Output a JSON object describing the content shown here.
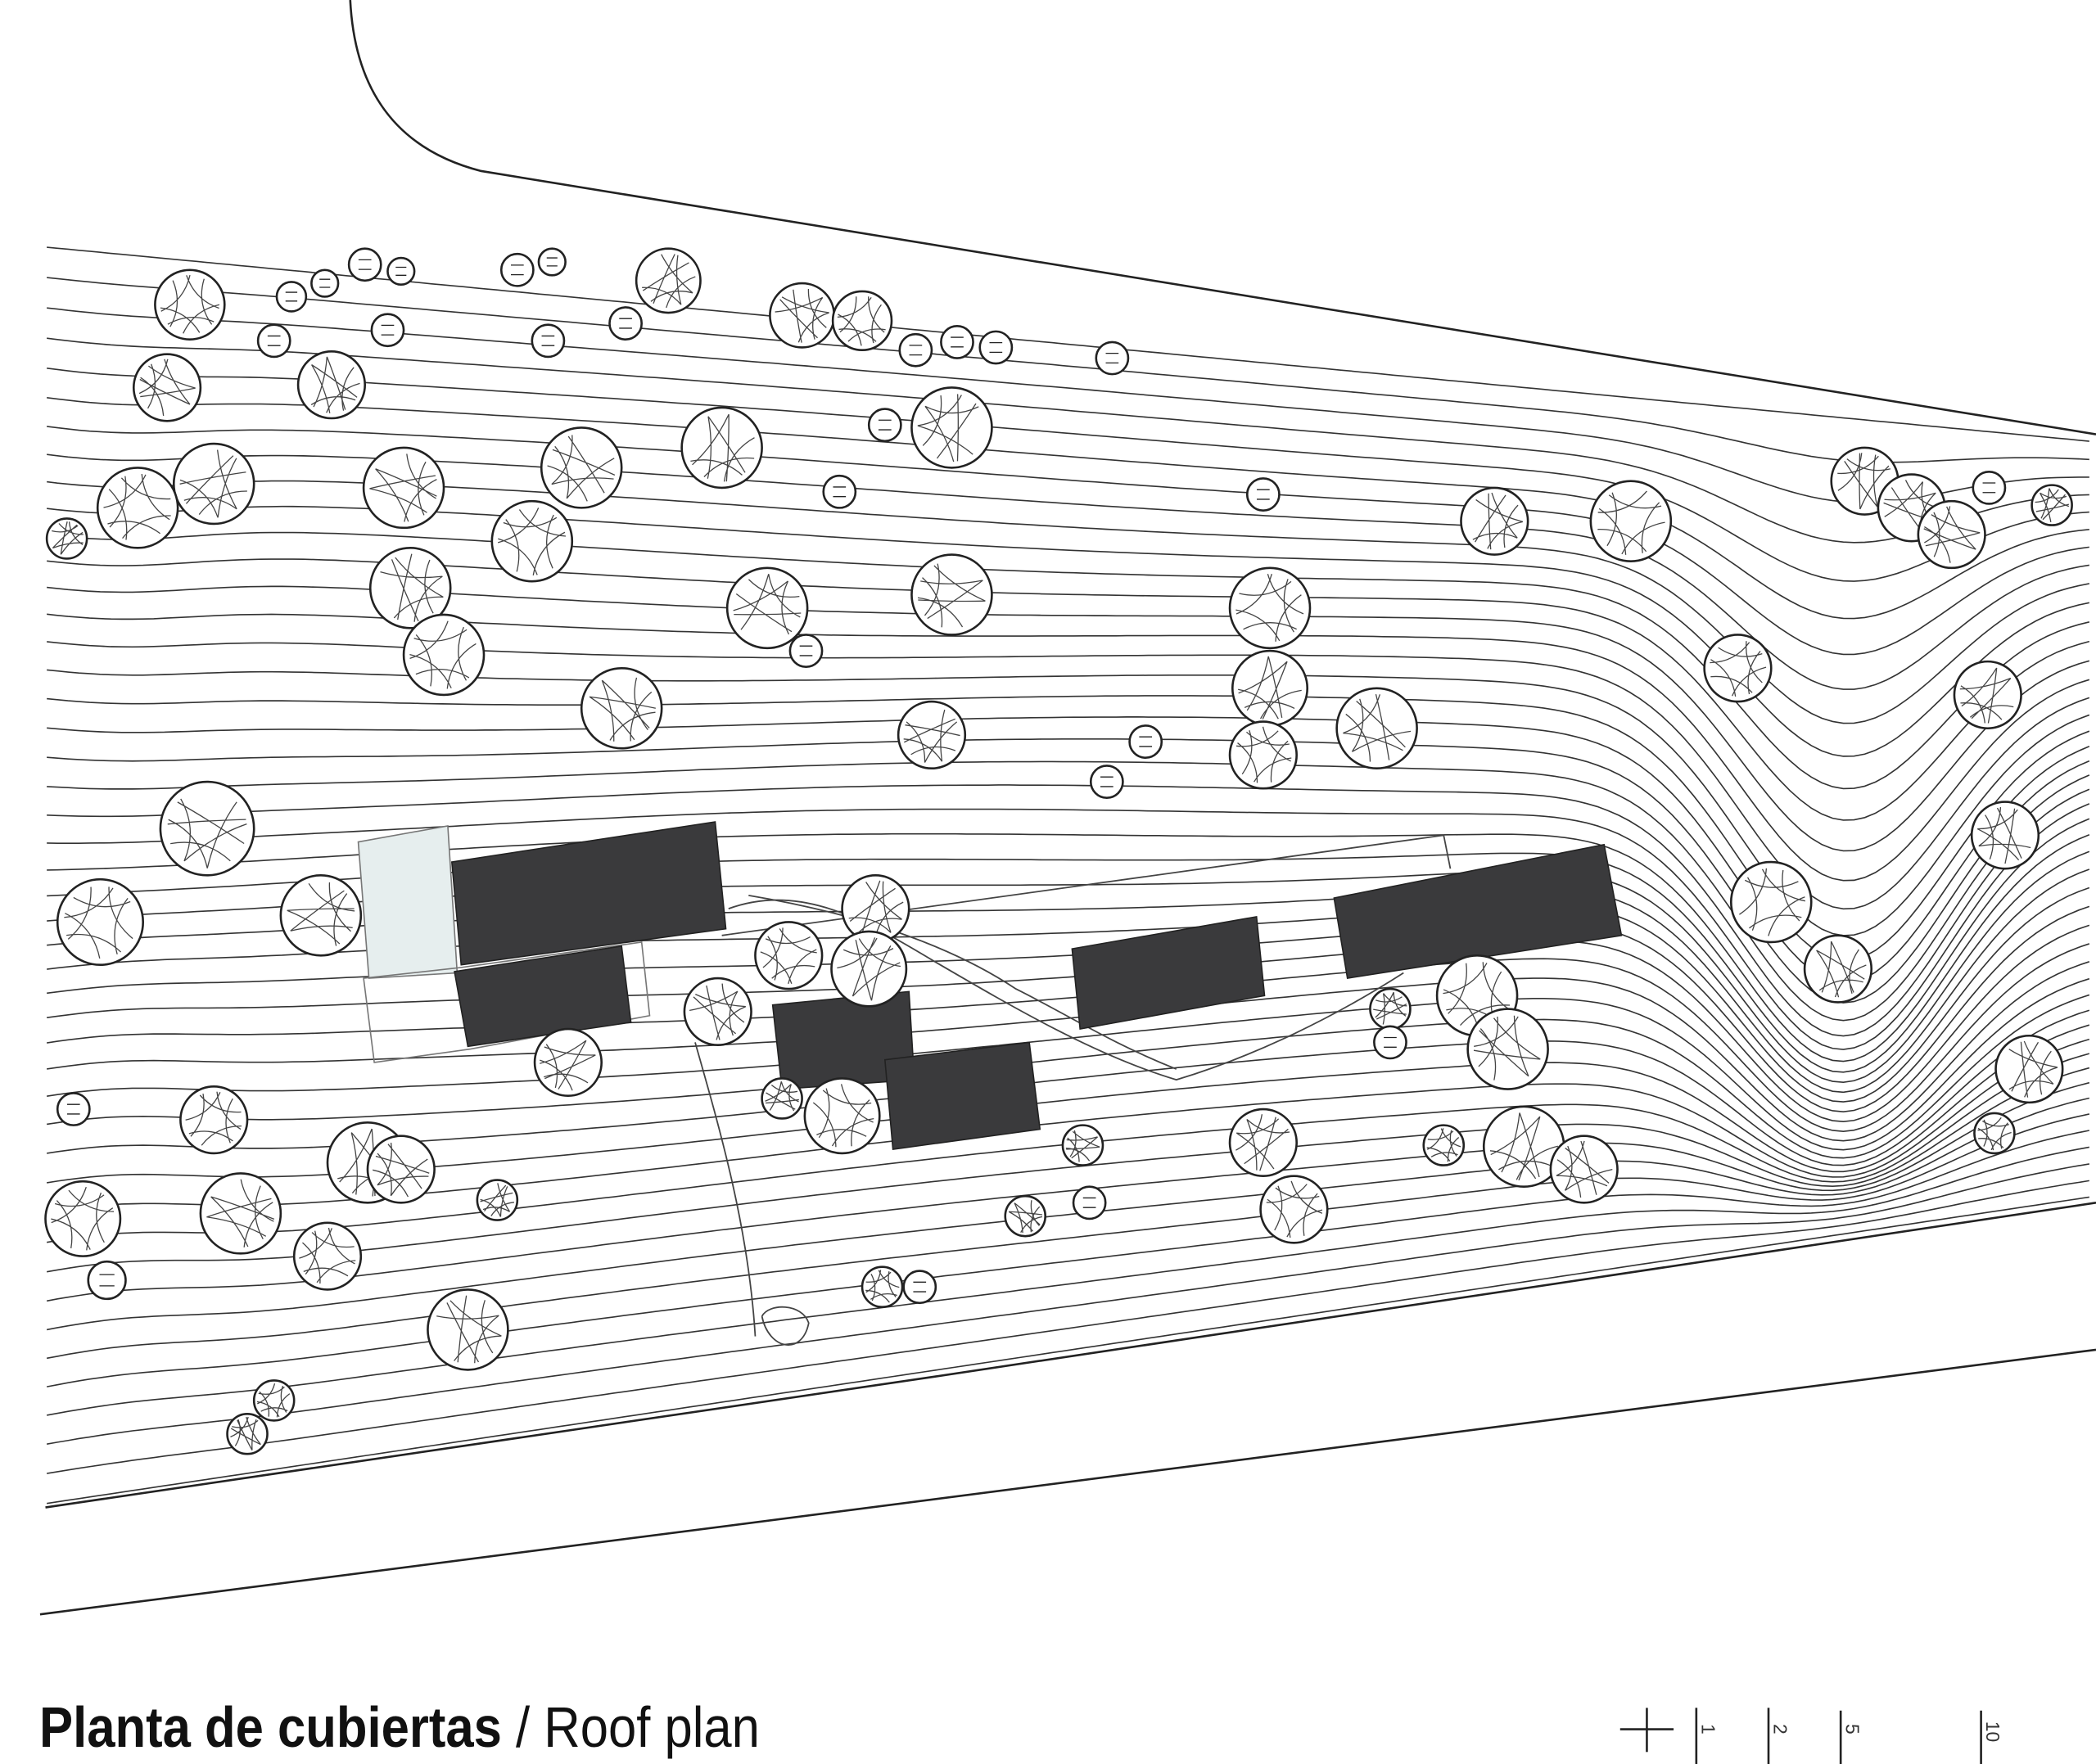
{
  "title": {
    "spanish": "Planta de cubiertas",
    "separator": "/",
    "english": "Roof plan"
  },
  "scale_bar": {
    "origin_symbol": "cross",
    "labels": [
      "1",
      "2",
      "5",
      "10"
    ]
  },
  "colors": {
    "roof": "#3a3a3c",
    "line": "#222222",
    "pool": "#e6eeee",
    "background": "#ffffff"
  }
}
